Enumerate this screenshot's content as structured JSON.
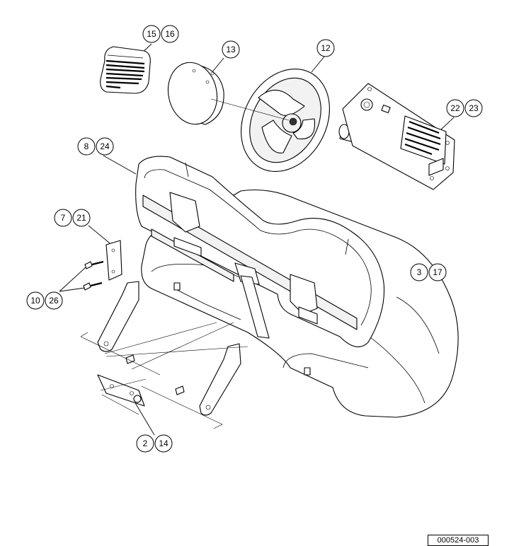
{
  "callouts": [
    {
      "id": "c15",
      "label": "15"
    },
    {
      "id": "c16",
      "label": "16"
    },
    {
      "id": "c13",
      "label": "13"
    },
    {
      "id": "c12",
      "label": "12"
    },
    {
      "id": "c22",
      "label": "22"
    },
    {
      "id": "c23",
      "label": "23"
    },
    {
      "id": "c8",
      "label": "8"
    },
    {
      "id": "c24",
      "label": "24"
    },
    {
      "id": "c7",
      "label": "7"
    },
    {
      "id": "c21",
      "label": "21"
    },
    {
      "id": "c3",
      "label": "3"
    },
    {
      "id": "c17",
      "label": "17"
    },
    {
      "id": "c10",
      "label": "10"
    },
    {
      "id": "c26",
      "label": "26"
    },
    {
      "id": "c2",
      "label": "2"
    },
    {
      "id": "c14",
      "label": "14"
    }
  ],
  "figure_code": "000524-003"
}
